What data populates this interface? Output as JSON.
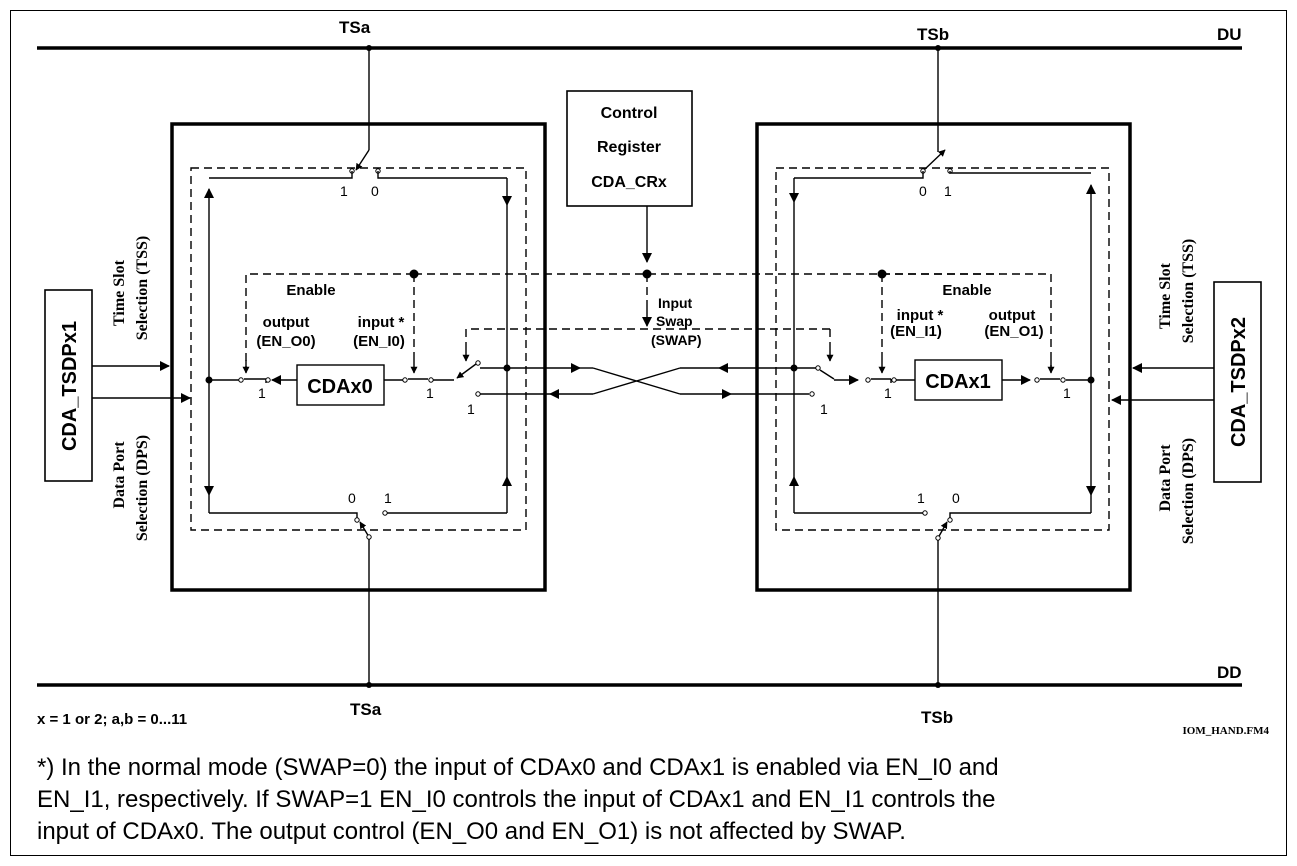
{
  "diagram": {
    "bus_top": "DU",
    "bus_bottom": "DD",
    "ts_a_top": "TSa",
    "ts_b_top": "TSb",
    "ts_a_bottom": "TSa",
    "ts_b_bottom": "TSb",
    "control_register": {
      "line1": "Control",
      "line2": "Register",
      "line3": "CDA_CRx"
    },
    "swap": {
      "line1": "Input",
      "line2": "Swap",
      "line3": "(SWAP)"
    },
    "left_unit": {
      "cda_label": "CDAx0",
      "enable": "Enable",
      "output_label": "output",
      "output_signal": "(EN_O0)",
      "input_label": "input *",
      "input_signal": "(EN_I0)",
      "tsdp": "CDA_TSDPx1",
      "tss_line1": "Time Slot",
      "tss_line2": "Selection (TSS)",
      "dps_line1": "Data Port",
      "dps_line2": "Selection (DPS)"
    },
    "right_unit": {
      "cda_label": "CDAx1",
      "enable": "Enable",
      "input_label": "input *",
      "input_signal": "(EN_I1)",
      "output_label": "output",
      "output_signal": "(EN_O1)",
      "tsdp": "CDA_TSDPx2",
      "tss_line1": "Time Slot",
      "tss_line2": "Selection (TSS)",
      "dps_line1": "Data Port",
      "dps_line2": "Selection (DPS)"
    },
    "pos": {
      "zero": "0",
      "one": "1"
    },
    "range_note": "x = 1 or 2; a,b = 0...11",
    "file_tag": "IOM_HAND.FM4"
  },
  "footnote": {
    "line1": "*) In the normal mode (SWAP=0) the input of CDAx0 and CDAx1 is enabled via EN_I0 and",
    "line2": "EN_I1, respectively. If SWAP=1 EN_I0 controls the input of CDAx1 and EN_I1 controls the",
    "line3": "input of CDAx0. The output control (EN_O0 and EN_O1) is not affected by SWAP."
  }
}
